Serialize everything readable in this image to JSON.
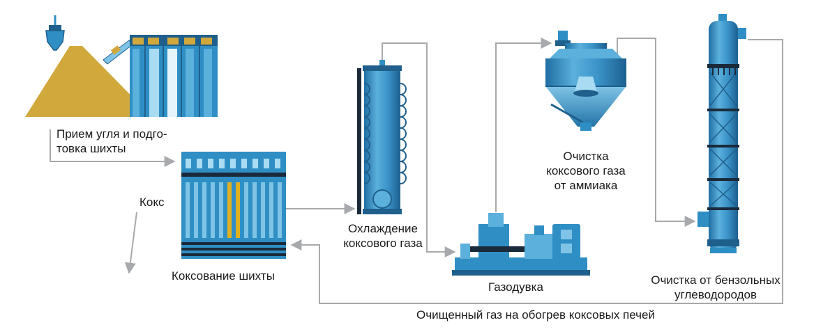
{
  "labels": {
    "coal_intake_line1": "Прием угля и подго-",
    "coal_intake_line2": "товка шихты",
    "coke": "Кокс",
    "coking": "Коксование шихты",
    "cooling_line1": "Охлаждение",
    "cooling_line2": "коксового газа",
    "gas_blower": "Газодувка",
    "ammonia_line1": "Очистка",
    "ammonia_line2": "коксового газа",
    "ammonia_line3": "от аммиака",
    "benzene_line1": "Очистка от бензольных",
    "benzene_line2": "углеводородов",
    "return_gas": "Очищенный газ на обогрев коксовых печей"
  },
  "colors": {
    "equipment_blue": "#2f8fc4",
    "equipment_dark": "#1f5f8c",
    "equipment_light": "#7fc4e6",
    "coal_pile": "#d1a83c",
    "coke_highlight": "#e0b020",
    "arrow_gray": "#a7a9ac",
    "black_band": "#1b2a3a"
  }
}
